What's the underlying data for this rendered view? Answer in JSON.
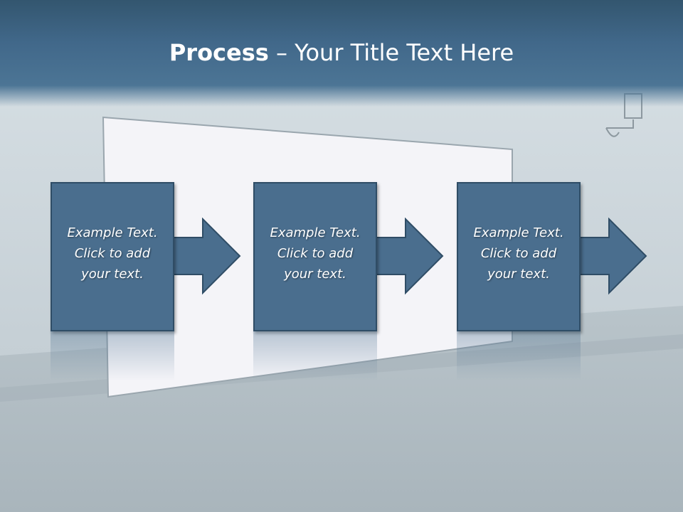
{
  "title": {
    "bold": "Process",
    "rest": " – Your Title Text Here"
  },
  "steps": [
    {
      "text": "Example Text.\nClick  to add\nyour text."
    },
    {
      "text": "Example Text.\nClick  to add\nyour text."
    },
    {
      "text": "Example Text.\nClick  to add\nyour text."
    }
  ],
  "colors": {
    "header": "#41688a",
    "box_fill": "#4a6e8e",
    "box_border": "#2f4d66",
    "text": "#ffffff"
  },
  "icons": [
    "right-arrow-icon"
  ]
}
